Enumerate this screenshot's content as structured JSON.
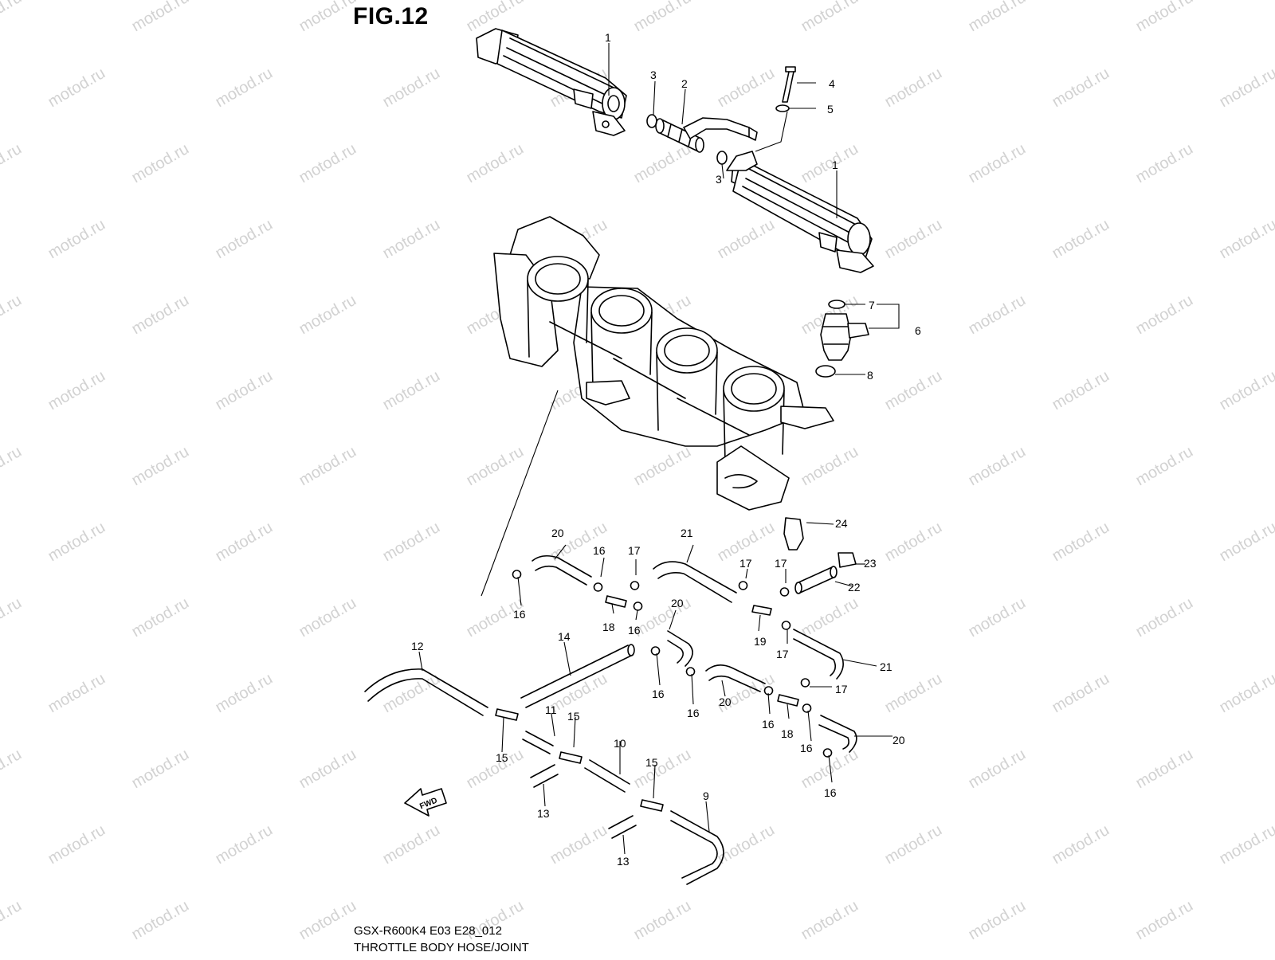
{
  "figure": {
    "title": "FIG.12",
    "model_code": "GSX-R600K4 E03 E28_012",
    "caption": "THROTTLE BODY HOSE/JOINT",
    "watermark": "motod.ru",
    "fwd_label": "FWD"
  },
  "callouts": [
    {
      "id": "c1a",
      "label": "1"
    },
    {
      "id": "c1b",
      "label": "1"
    },
    {
      "id": "c2",
      "label": "2"
    },
    {
      "id": "c3a",
      "label": "3"
    },
    {
      "id": "c3b",
      "label": "3"
    },
    {
      "id": "c4",
      "label": "4"
    },
    {
      "id": "c5",
      "label": "5"
    },
    {
      "id": "c6",
      "label": "6"
    },
    {
      "id": "c7",
      "label": "7"
    },
    {
      "id": "c8",
      "label": "8"
    },
    {
      "id": "c9",
      "label": "9"
    },
    {
      "id": "c10",
      "label": "10"
    },
    {
      "id": "c11",
      "label": "11"
    },
    {
      "id": "c12",
      "label": "12"
    },
    {
      "id": "c13a",
      "label": "13"
    },
    {
      "id": "c13b",
      "label": "13"
    },
    {
      "id": "c14",
      "label": "14"
    },
    {
      "id": "c15a",
      "label": "15"
    },
    {
      "id": "c15b",
      "label": "15"
    },
    {
      "id": "c15c",
      "label": "15"
    },
    {
      "id": "c16a",
      "label": "16"
    },
    {
      "id": "c16b",
      "label": "16"
    },
    {
      "id": "c16c",
      "label": "16"
    },
    {
      "id": "c16d",
      "label": "16"
    },
    {
      "id": "c16e",
      "label": "16"
    },
    {
      "id": "c16f",
      "label": "16"
    },
    {
      "id": "c16g",
      "label": "16"
    },
    {
      "id": "c16h",
      "label": "16"
    },
    {
      "id": "c17a",
      "label": "17"
    },
    {
      "id": "c17b",
      "label": "17"
    },
    {
      "id": "c17c",
      "label": "17"
    },
    {
      "id": "c17d",
      "label": "17"
    },
    {
      "id": "c17e",
      "label": "17"
    },
    {
      "id": "c18a",
      "label": "18"
    },
    {
      "id": "c18b",
      "label": "18"
    },
    {
      "id": "c19",
      "label": "19"
    },
    {
      "id": "c20a",
      "label": "20"
    },
    {
      "id": "c20b",
      "label": "20"
    },
    {
      "id": "c20c",
      "label": "20"
    },
    {
      "id": "c20d",
      "label": "20"
    },
    {
      "id": "c21a",
      "label": "21"
    },
    {
      "id": "c21b",
      "label": "21"
    },
    {
      "id": "c22",
      "label": "22"
    },
    {
      "id": "c23",
      "label": "23"
    },
    {
      "id": "c24",
      "label": "24"
    }
  ]
}
